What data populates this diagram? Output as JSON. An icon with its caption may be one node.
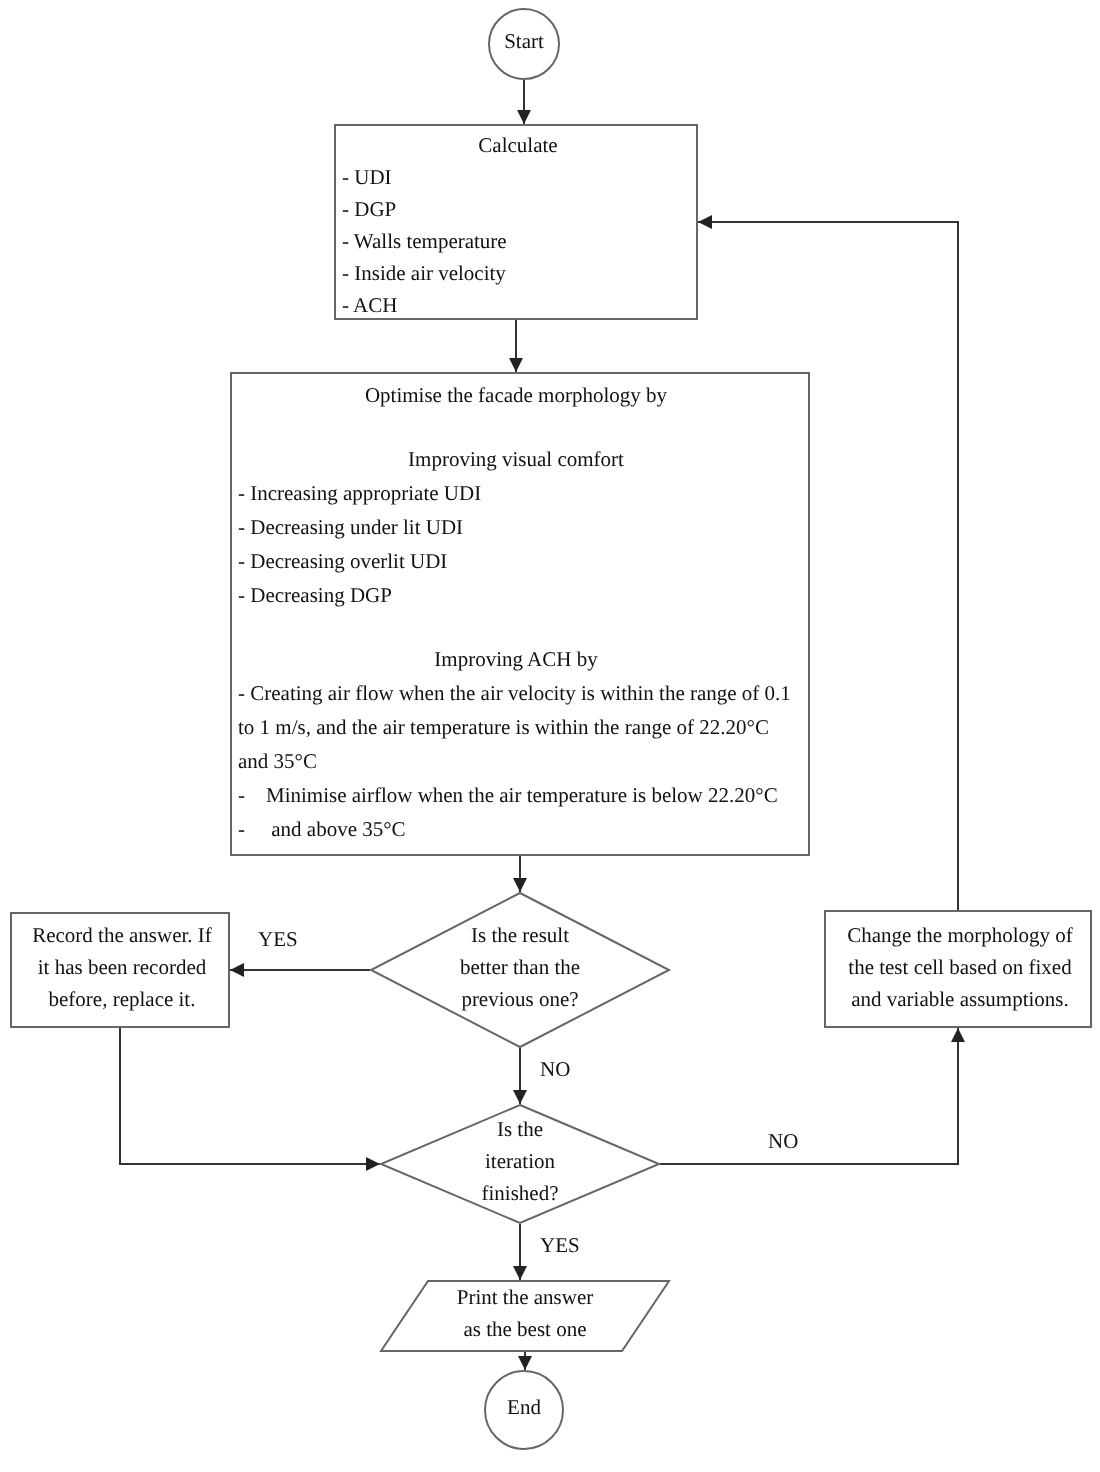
{
  "diagram": {
    "nodes": [
      {
        "text": [
          "Start"
        ]
      },
      {
        "text": [
          "Calculate",
          "- UDI",
          "- DGP",
          "- Walls temperature",
          "- Inside air velocity",
          "- ACH"
        ]
      },
      {
        "text": [
          "Optimise the facade morphology by",
          "Improving visual comfort",
          "- Increasing appropriate UDI",
          "- Decreasing under lit UDI",
          "- Decreasing overlit UDI",
          "- Decreasing DGP",
          "Improving ACH by",
          "- Creating air flow when the air velocity is within the range of 0.1 to 1 m/s, and the air temperature is within the range of 22.20°C and 35°C",
          "-    Minimise airflow when the air temperature is below 22.20°C",
          "-     and above 35°C"
        ]
      },
      {
        "text": [
          "Is the result better than the previous one?"
        ]
      },
      {
        "text": [
          "Record the answer. If it has been recorded before, replace it."
        ]
      },
      {
        "text": [
          "Change the morphology of the test cell based on fixed and variable assumptions."
        ]
      },
      {
        "text": [
          "Is the iteration finished?"
        ]
      },
      {
        "text": [
          "Print the answer as the best one"
        ]
      },
      {
        "text": [
          "End"
        ]
      }
    ],
    "edges": [
      {
        "from": 0,
        "to": 1,
        "arrow": "to"
      },
      {
        "from": 1,
        "to": 2,
        "arrow": "to"
      },
      {
        "from": 2,
        "to": 3,
        "arrow": "to"
      },
      {
        "from": 3,
        "to": 4,
        "arrow": "to",
        "label": "YES"
      },
      {
        "from": 3,
        "to": 6,
        "arrow": "to",
        "label": "NO"
      },
      {
        "from": 4,
        "to": 6,
        "arrow": "to"
      },
      {
        "from": 6,
        "to": 5,
        "arrow": "to",
        "label": "NO"
      },
      {
        "from": 5,
        "to": 1,
        "arrow": "to"
      },
      {
        "from": 6,
        "to": 7,
        "arrow": "to",
        "label": "YES"
      },
      {
        "from": 7,
        "to": 8,
        "arrow": "to"
      }
    ]
  }
}
